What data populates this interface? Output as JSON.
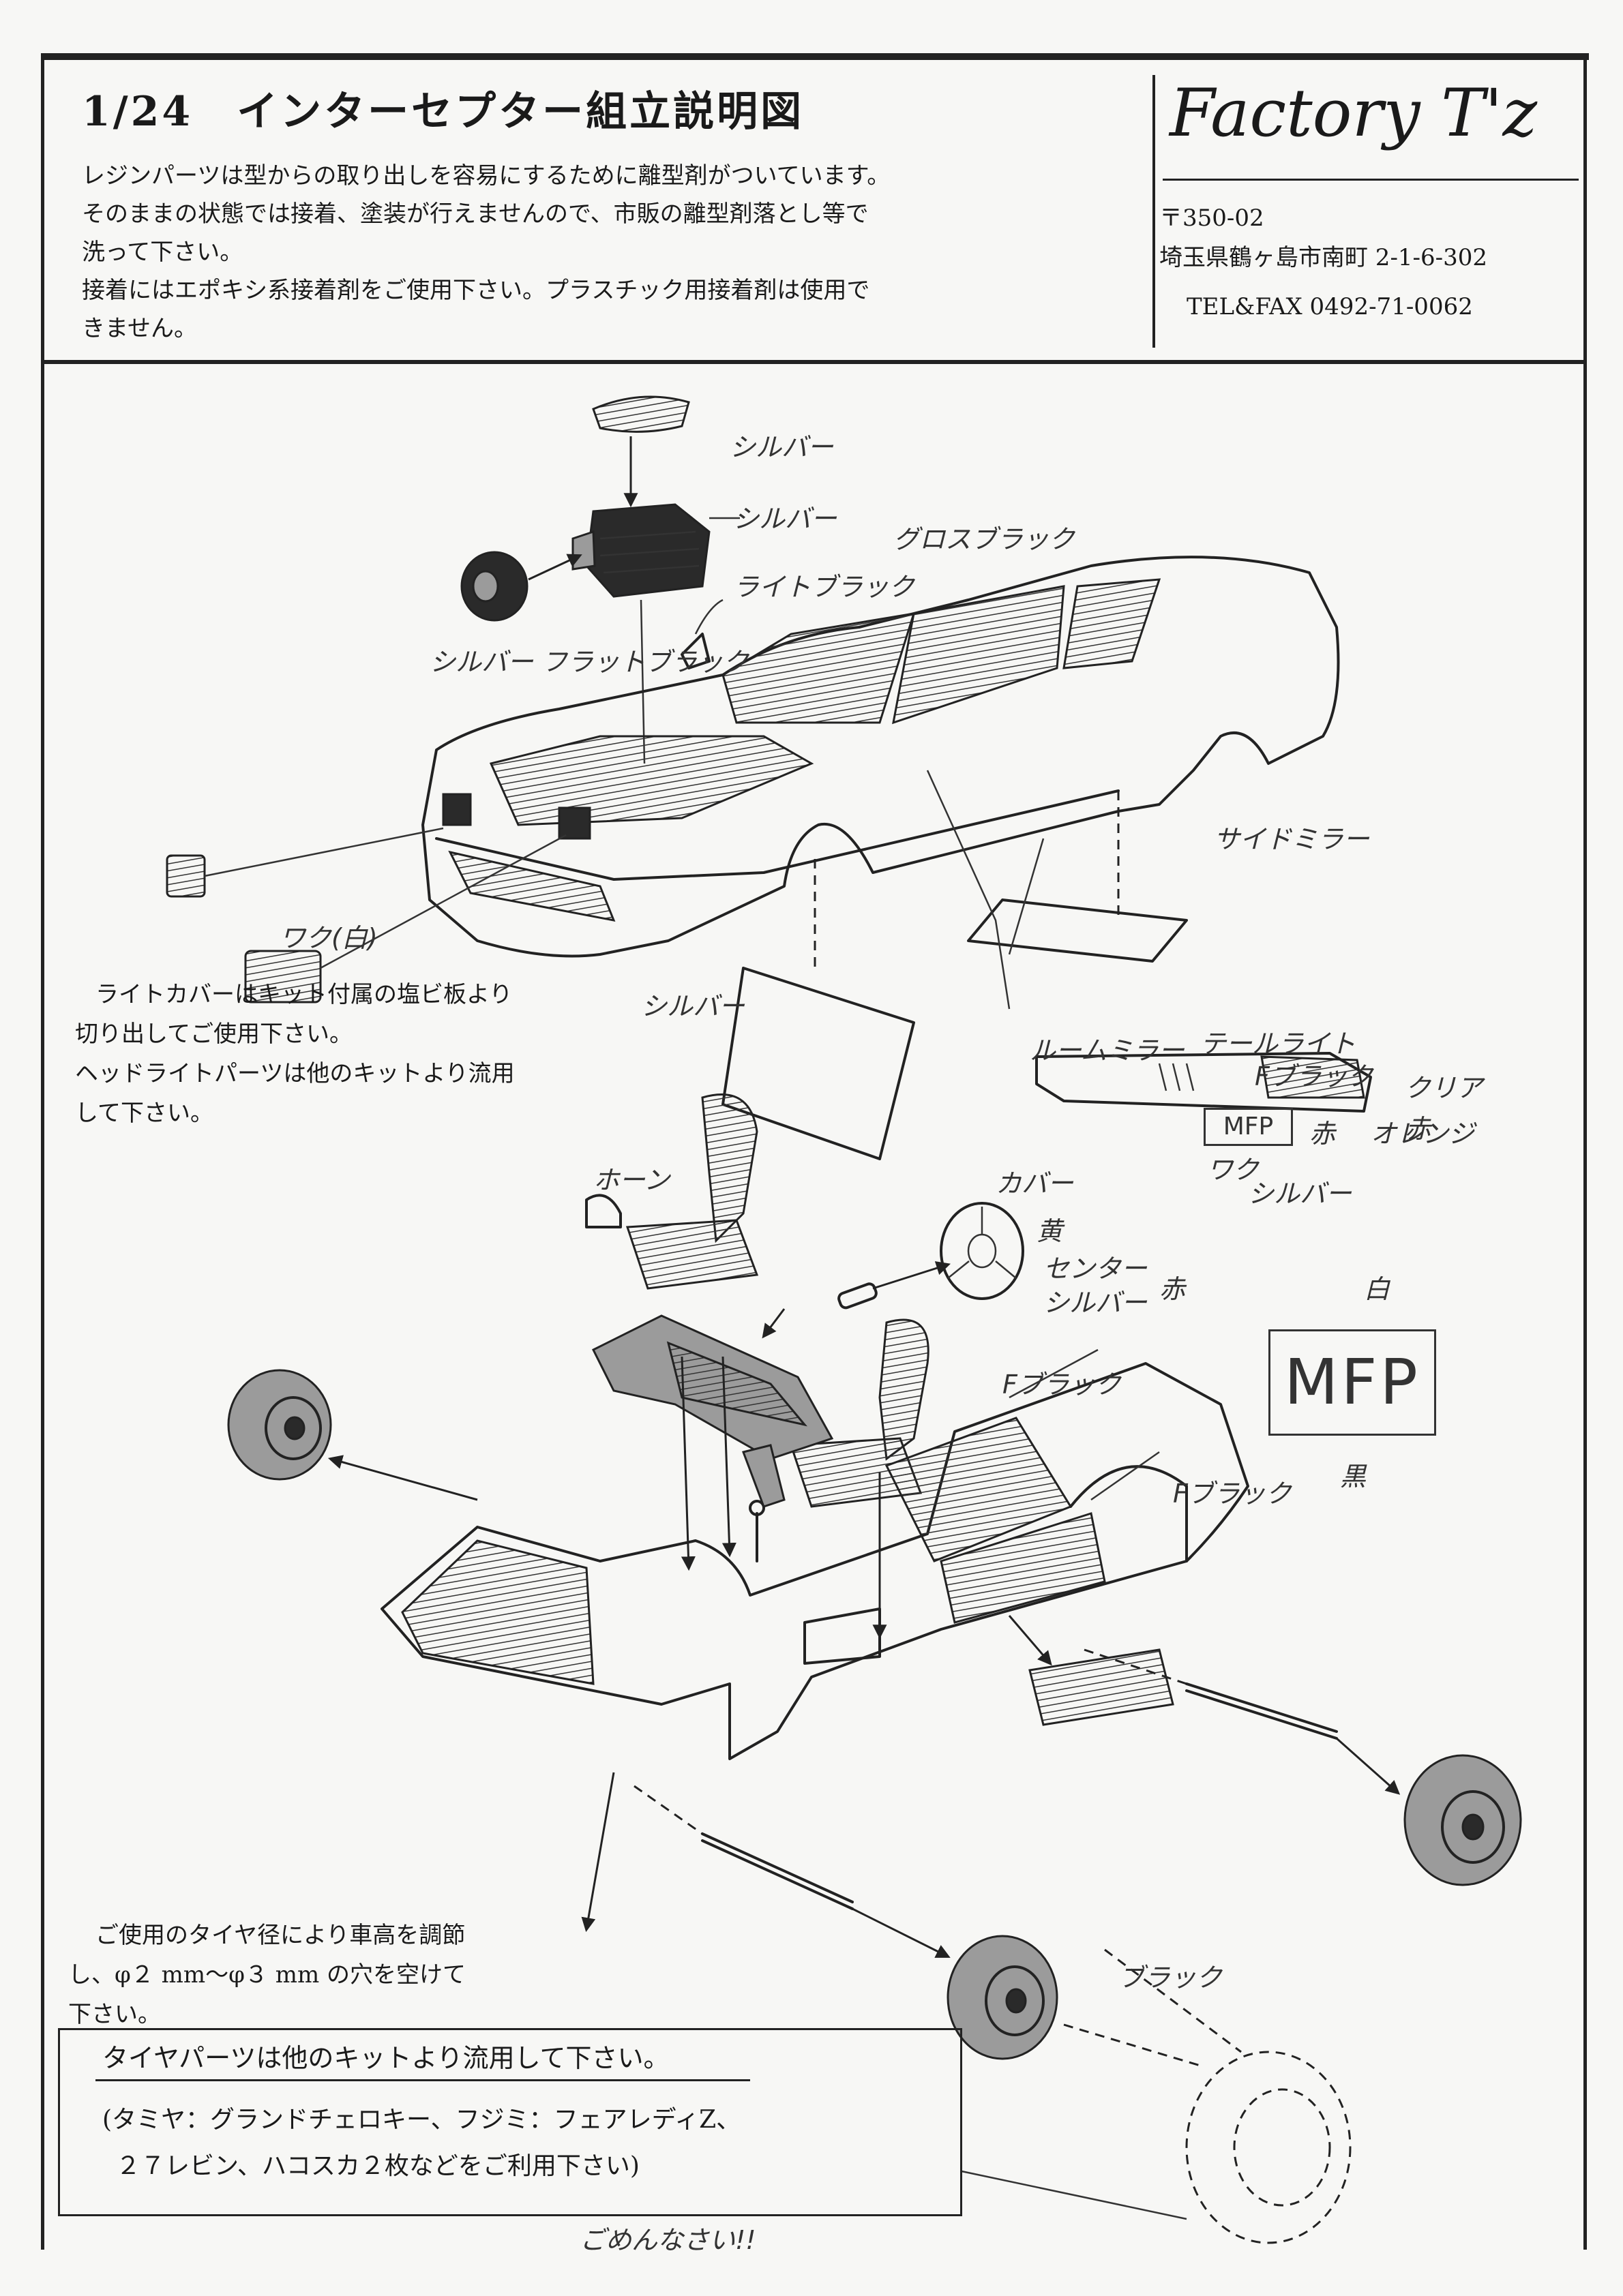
{
  "header": {
    "title": "1/24　インターセプター組立説明図",
    "notice_lines": [
      "レジンパーツは型からの取り出しを容易にするために離型剤がついています。",
      "そのままの状態では接着、塗装が行えませんので、市販の離型剤落とし等で",
      "洗って下さい。",
      "接着にはエポキシ系接着剤をご使用下さい。プラスチック用接着剤は使用で",
      "きません。"
    ]
  },
  "company": {
    "brand": "Factory T'z",
    "postal": "〒350-02",
    "address": "埼玉県鶴ヶ島市南町 2-1-6-302",
    "tel": "TEL&FAX 0492-71-0062"
  },
  "annotations": {
    "silver_1": "シルバー",
    "silver_2": "シルバー",
    "gloss_black": "グロスブラック",
    "light_black": "ライトブラック",
    "silver_flat_black": "シルバー フラットブラック",
    "side_mirror": "サイドミラー",
    "white": "ワク(白)",
    "silver_3": "シルバー",
    "room_mirror": "ルームミラー",
    "tail_light": "テールライト",
    "f_black_1": "Fブラック",
    "clear": "クリア",
    "red_1": "赤",
    "red_2": "赤",
    "orange": "オレンジ",
    "frame": "ワク",
    "silver_4": "シルバー",
    "horn": "ホーン",
    "cover": "カバー",
    "yellow": "黄",
    "center": "センター",
    "red_3": "赤",
    "silver_5": "シルバー",
    "f_black_2": "Fブラック",
    "f_black_3": "Fブラック",
    "white_2": "白",
    "black": "黒",
    "black_2": "ブラック"
  },
  "mfp_small": "MFP",
  "mfp_big": "MFP",
  "light_caption": [
    "ライトカバーはキット付属の塩ビ板より",
    "切り出してご使用下さい。",
    "ヘッドライトパーツは他のキットより流用",
    "して下さい。"
  ],
  "axle_caption": [
    "ご使用のタイヤ径により車高を調節",
    "し、φ２ mm～φ３ mm の穴を空けて",
    "下さい。"
  ],
  "tire_box": {
    "title": "タイヤパーツは他のキットより流用して下さい。",
    "body": [
      "(タミヤ：グランドチェロキー、フジミ：フェアレディZ、",
      "２７レビン、ハコスカ２枚などをご利用下さい)"
    ]
  },
  "signoff": "ごめんなさい!!"
}
